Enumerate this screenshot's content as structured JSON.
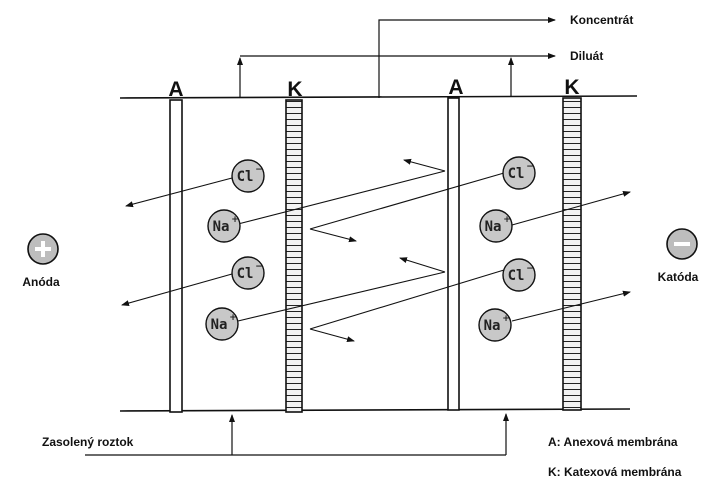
{
  "labels": {
    "concentrate": "Koncentrát",
    "diluate": "Diluát",
    "anode": "Anóda",
    "cathode": "Katóda",
    "feed": "Zasolený roztok",
    "legend_a": "A:  Anexová membrána",
    "legend_k": "K: Katexová membrána"
  },
  "membranes": [
    "A",
    "K",
    "A",
    "K"
  ],
  "ions": {
    "chloride": "Cl",
    "sodium": "Na"
  },
  "charges": {
    "minus": "−",
    "plus": "+"
  },
  "electrodes": {
    "anode_symbol": "+",
    "cathode_symbol": "−"
  },
  "colors": {
    "ion_fill": "#c8c8c8",
    "electrode_fill": "#bdbdbd",
    "line": "#111111"
  }
}
